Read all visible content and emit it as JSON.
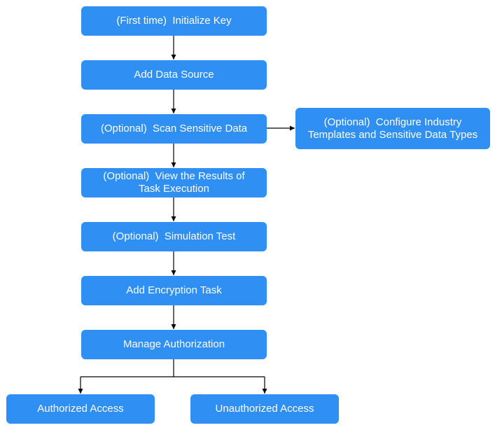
{
  "colors": {
    "box_fill": "#2f8ff3",
    "box_text": "#ffffff",
    "connector": "#000000"
  },
  "steps": {
    "initialize_key": "(First time)  Initialize Key",
    "add_data_source": "Add Data Source",
    "scan_sensitive_data": "(Optional)  Scan Sensitive Data",
    "configure_templates": {
      "line1": "(Optional)  Configure Industry",
      "line2": "Templates and Sensitive Data Types"
    },
    "view_results": {
      "line1": "(Optional)  View the Results of",
      "line2": "Task Execution"
    },
    "simulation_test": "(Optional)  Simulation Test",
    "add_encryption_task": "Add Encryption Task",
    "manage_authorization": "Manage Authorization",
    "authorized_access": "Authorized Access",
    "unauthorized_access": "Unauthorized Access"
  }
}
